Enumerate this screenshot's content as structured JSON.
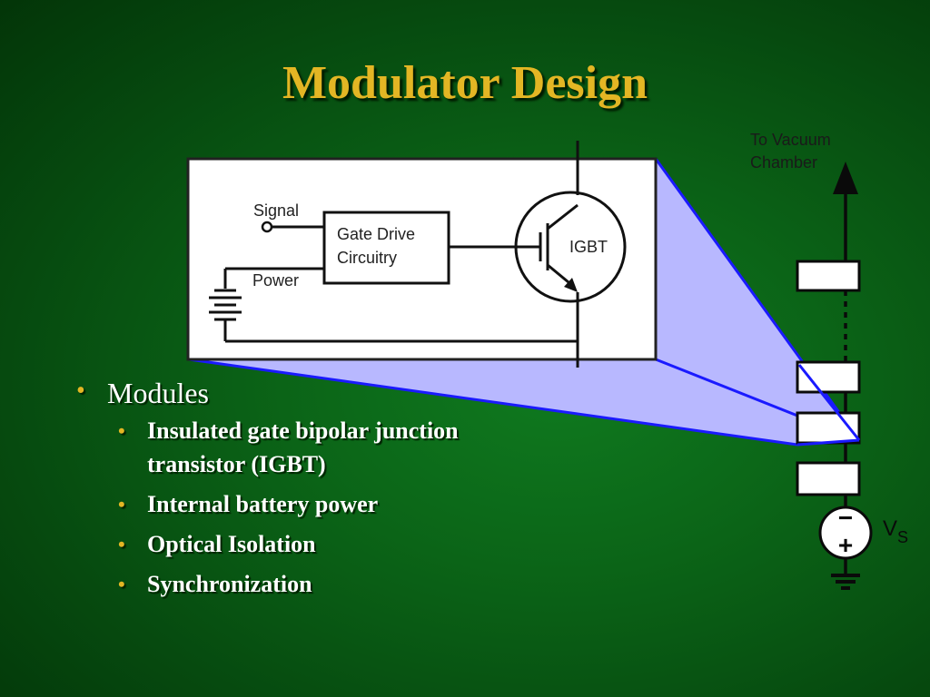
{
  "title": "Modulator Design",
  "diagram": {
    "signal_label": "Signal",
    "power_label": "Power",
    "gate_drive_line1": "Gate Drive",
    "gate_drive_line2": "Circuitry",
    "igbt_label": "IGBT",
    "to_vacuum_line1": "To Vacuum",
    "to_vacuum_line2": "Chamber",
    "source_label_main": "V",
    "source_label_sub": "S",
    "minus_sign": "−",
    "plus_sign": "+",
    "colors": {
      "title": "#e3b624",
      "zoom_fill": "#b8b8ff",
      "zoom_edge": "#1a1aff"
    }
  },
  "bullets": {
    "main": "Modules",
    "sub_items": [
      "Insulated gate bipolar junction transistor (IGBT)",
      "Internal battery power",
      "Optical Isolation",
      "Synchronization"
    ]
  }
}
